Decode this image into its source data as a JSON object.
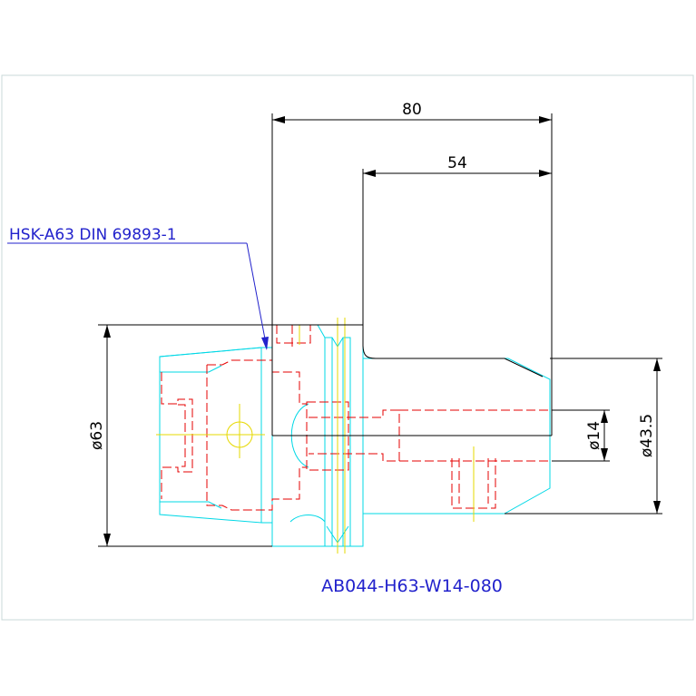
{
  "drawing": {
    "part_number": "AB044-H63-W14-080",
    "leader_label": "HSK-A63 DIN 69893-1",
    "dimensions": {
      "length_total": "80",
      "length_shank": "54",
      "flange_diameter": "ø63",
      "bore_diameter": "ø14",
      "body_diameter": "ø43.5"
    }
  },
  "colors": {
    "outline": "#000000",
    "holder_body": "#00d8e6",
    "hidden_lines": "#e60000",
    "centerlines": "#e6d800",
    "annotation": "#2222cc"
  }
}
